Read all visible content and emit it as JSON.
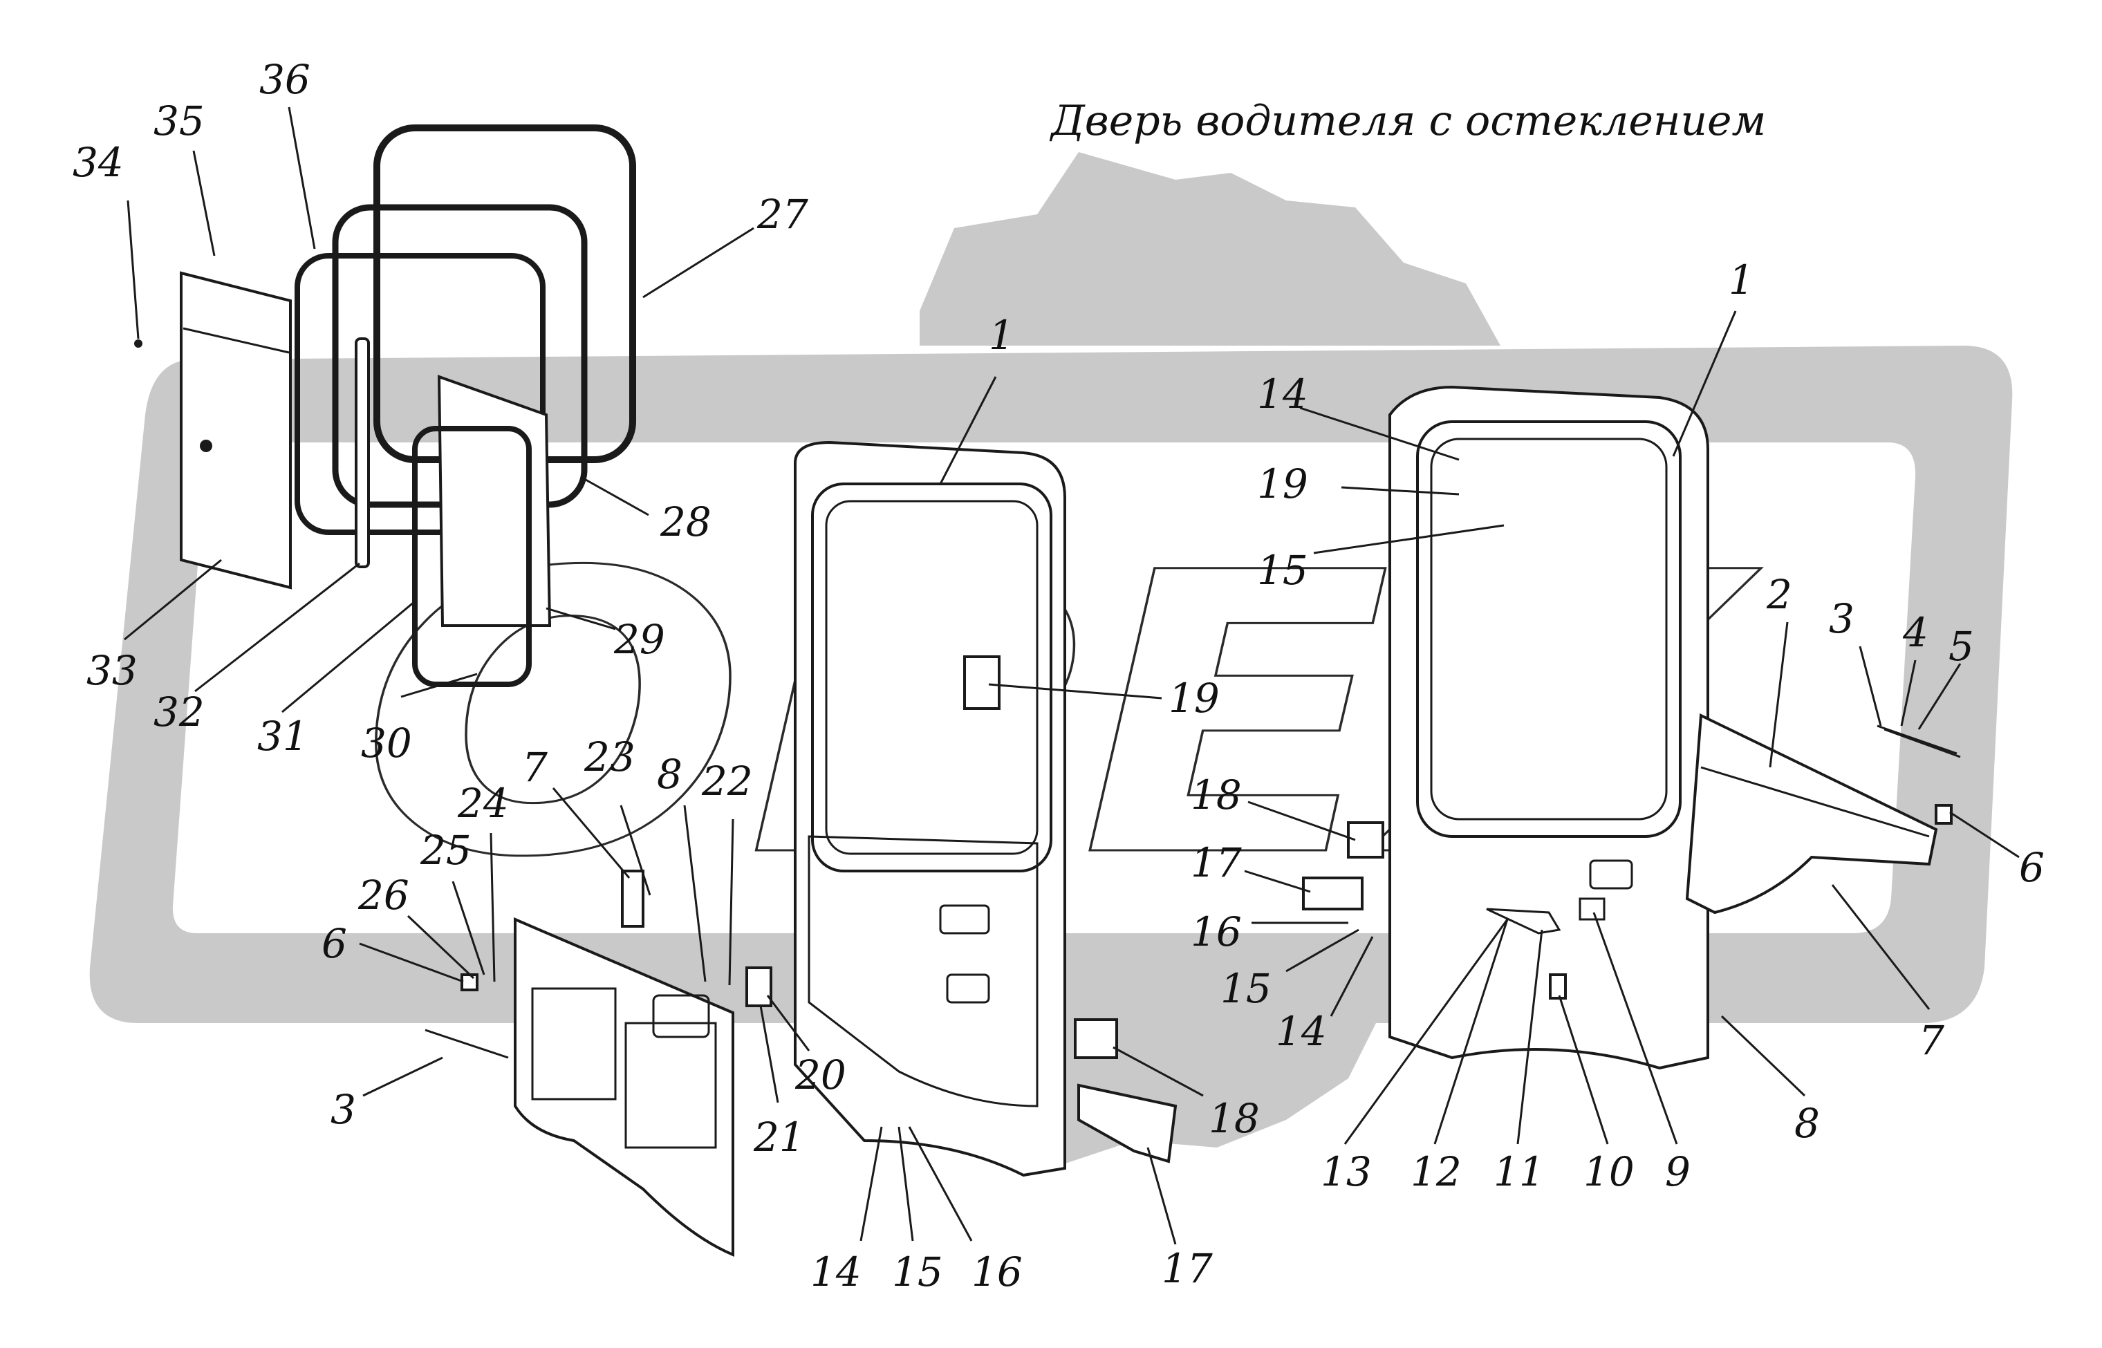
{
  "title": "Дверь водителя с остеклением",
  "watermark": {
    "text": "OPEX",
    "color": "#c9c9c9"
  },
  "labels": [
    {
      "n": "36"
    },
    {
      "n": "35"
    },
    {
      "n": "34"
    },
    {
      "n": "27"
    },
    {
      "n": "28"
    },
    {
      "n": "29"
    },
    {
      "n": "33"
    },
    {
      "n": "32"
    },
    {
      "n": "31"
    },
    {
      "n": "30"
    },
    {
      "n": "1"
    },
    {
      "n": "19"
    },
    {
      "n": "7"
    },
    {
      "n": "23"
    },
    {
      "n": "8"
    },
    {
      "n": "22"
    },
    {
      "n": "24"
    },
    {
      "n": "25"
    },
    {
      "n": "26"
    },
    {
      "n": "6"
    },
    {
      "n": "3"
    },
    {
      "n": "20"
    },
    {
      "n": "21"
    },
    {
      "n": "18"
    },
    {
      "n": "14"
    },
    {
      "n": "15"
    },
    {
      "n": "16"
    },
    {
      "n": "17"
    },
    {
      "n": "1"
    },
    {
      "n": "14"
    },
    {
      "n": "19"
    },
    {
      "n": "15"
    },
    {
      "n": "18"
    },
    {
      "n": "17"
    },
    {
      "n": "16"
    },
    {
      "n": "15"
    },
    {
      "n": "14"
    },
    {
      "n": "2"
    },
    {
      "n": "3"
    },
    {
      "n": "4"
    },
    {
      "n": "5"
    },
    {
      "n": "6"
    },
    {
      "n": "7"
    },
    {
      "n": "13"
    },
    {
      "n": "12"
    },
    {
      "n": "11"
    },
    {
      "n": "10"
    },
    {
      "n": "9"
    },
    {
      "n": "8"
    }
  ]
}
